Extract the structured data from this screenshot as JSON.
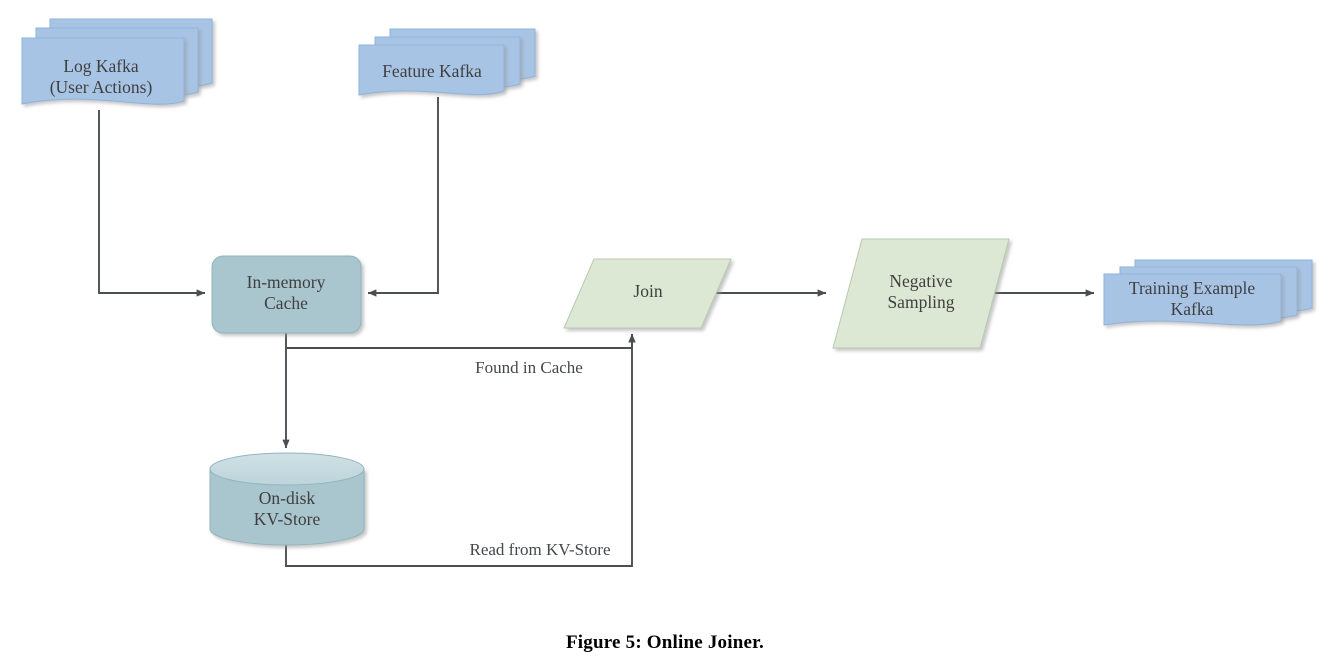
{
  "figure": {
    "caption": "Figure 5: Online Joiner.",
    "background": "#ffffff"
  },
  "palette": {
    "doc_fill": "#a8c4e5",
    "doc_stroke": "#7da3d0",
    "doc_back_fill": "#a8c4e5",
    "process_fill": "#a9c6ce",
    "process_stroke": "#8fb0b9",
    "parallelogram_fill": "#dde8d4",
    "parallelogram_stroke": "#b9c9ae",
    "cylinder_fill": "#a9c6ce",
    "cylinder_top_fill": "#c5dbe0",
    "cylinder_stroke": "#8fb0b9",
    "line": "#4b4f52",
    "text": "#3f3f3f",
    "shadow": "#c9c9c9"
  },
  "nodes": [
    {
      "id": "log-kafka",
      "type": "document-stack",
      "lines": [
        "Log Kafka",
        "(User Actions)"
      ]
    },
    {
      "id": "feature-kafka",
      "type": "document-stack",
      "lines": [
        "Feature Kafka"
      ]
    },
    {
      "id": "in-memory-cache",
      "type": "rounded-rect",
      "lines": [
        "In-memory",
        "Cache"
      ]
    },
    {
      "id": "on-disk-kv-store",
      "type": "cylinder",
      "lines": [
        "On-disk",
        "KV-Store"
      ]
    },
    {
      "id": "join",
      "type": "parallelogram",
      "lines": [
        "Join"
      ]
    },
    {
      "id": "negative-sampling",
      "type": "parallelogram",
      "lines": [
        "Negative",
        "Sampling"
      ]
    },
    {
      "id": "training-example-kafka",
      "type": "document-stack",
      "lines": [
        "Training Example",
        "Kafka"
      ]
    }
  ],
  "edges": [
    {
      "id": "log-to-cache",
      "from": "log-kafka",
      "to": "in-memory-cache",
      "label": ""
    },
    {
      "id": "feature-to-cache",
      "from": "feature-kafka",
      "to": "in-memory-cache",
      "label": ""
    },
    {
      "id": "cache-to-kv",
      "from": "in-memory-cache",
      "to": "on-disk-kv-store",
      "label": ""
    },
    {
      "id": "cache-to-join",
      "from": "in-memory-cache",
      "to": "join",
      "label": "Found in Cache"
    },
    {
      "id": "kv-to-join",
      "from": "on-disk-kv-store",
      "to": "join",
      "label": "Read from KV-Store"
    },
    {
      "id": "join-to-negative-sampling",
      "from": "join",
      "to": "negative-sampling",
      "label": ""
    },
    {
      "id": "negative-sampling-to-training",
      "from": "negative-sampling",
      "to": "training-example-kafka",
      "label": ""
    }
  ]
}
